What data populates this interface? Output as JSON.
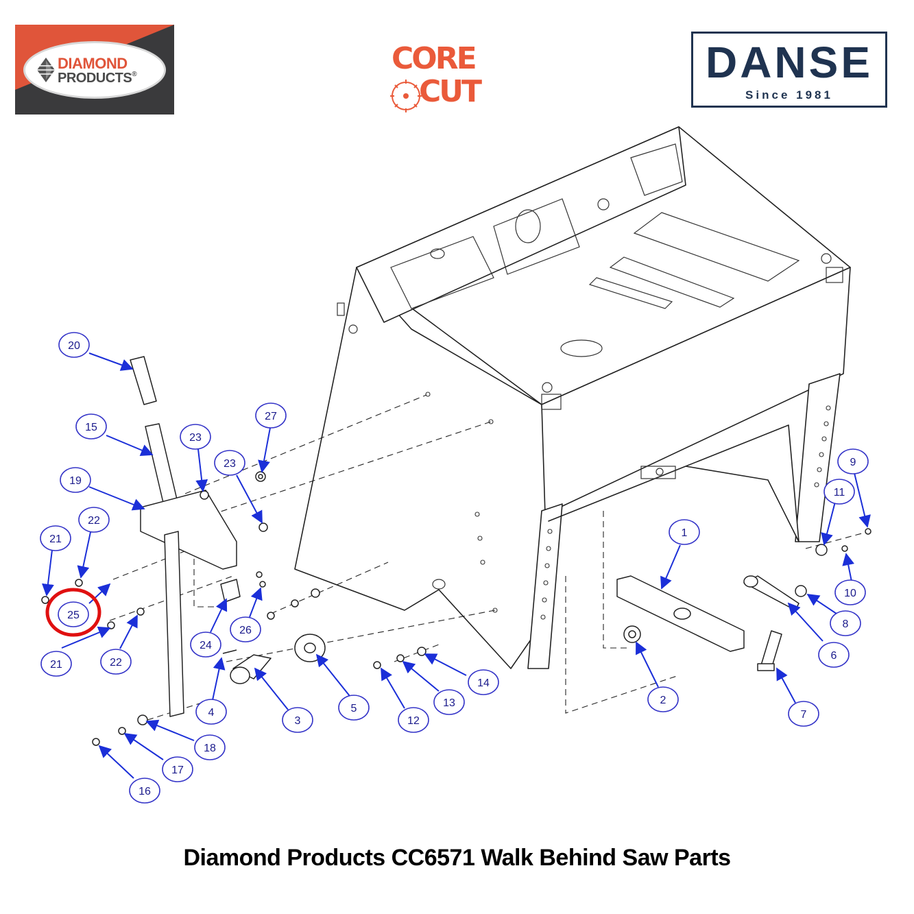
{
  "logos": {
    "diamond_products": {
      "line1": "DIAMOND",
      "line2": "PRODUCTS",
      "reg": "®"
    },
    "core_cut": {
      "line1": "CORE",
      "line2": "CUT"
    },
    "danse": {
      "name": "DANSE",
      "since": "Since 1981"
    }
  },
  "caption": "Diamond Products CC6571 Walk Behind Saw Parts",
  "colors": {
    "callout_border": "#3434c8",
    "callout_text": "#1a1a8c",
    "arrow": "#1b2fd8",
    "highlight": "#e01010",
    "line": "#222222",
    "dp_orange": "#e0553a",
    "core_cut": "#ea5a3a",
    "danse_navy": "#1f3350"
  },
  "highlighted_part": "25",
  "callouts": [
    {
      "id": "c20",
      "label": "20"
    },
    {
      "id": "c15",
      "label": "15"
    },
    {
      "id": "c19",
      "label": "19"
    },
    {
      "id": "c23a",
      "label": "23"
    },
    {
      "id": "c27",
      "label": "27"
    },
    {
      "id": "c23b",
      "label": "23"
    },
    {
      "id": "c22a",
      "label": "22"
    },
    {
      "id": "c21a",
      "label": "21"
    },
    {
      "id": "c25",
      "label": "25"
    },
    {
      "id": "c21b",
      "label": "21"
    },
    {
      "id": "c22b",
      "label": "22"
    },
    {
      "id": "c24",
      "label": "24"
    },
    {
      "id": "c26",
      "label": "26"
    },
    {
      "id": "c4",
      "label": "4"
    },
    {
      "id": "c3",
      "label": "3"
    },
    {
      "id": "c5",
      "label": "5"
    },
    {
      "id": "c18",
      "label": "18"
    },
    {
      "id": "c17",
      "label": "17"
    },
    {
      "id": "c16",
      "label": "16"
    },
    {
      "id": "c12",
      "label": "12"
    },
    {
      "id": "c13",
      "label": "13"
    },
    {
      "id": "c14",
      "label": "14"
    },
    {
      "id": "c1",
      "label": "1"
    },
    {
      "id": "c2",
      "label": "2"
    },
    {
      "id": "c6",
      "label": "6"
    },
    {
      "id": "c7",
      "label": "7"
    },
    {
      "id": "c8",
      "label": "8"
    },
    {
      "id": "c9",
      "label": "9"
    },
    {
      "id": "c10",
      "label": "10"
    },
    {
      "id": "c11",
      "label": "11"
    }
  ]
}
